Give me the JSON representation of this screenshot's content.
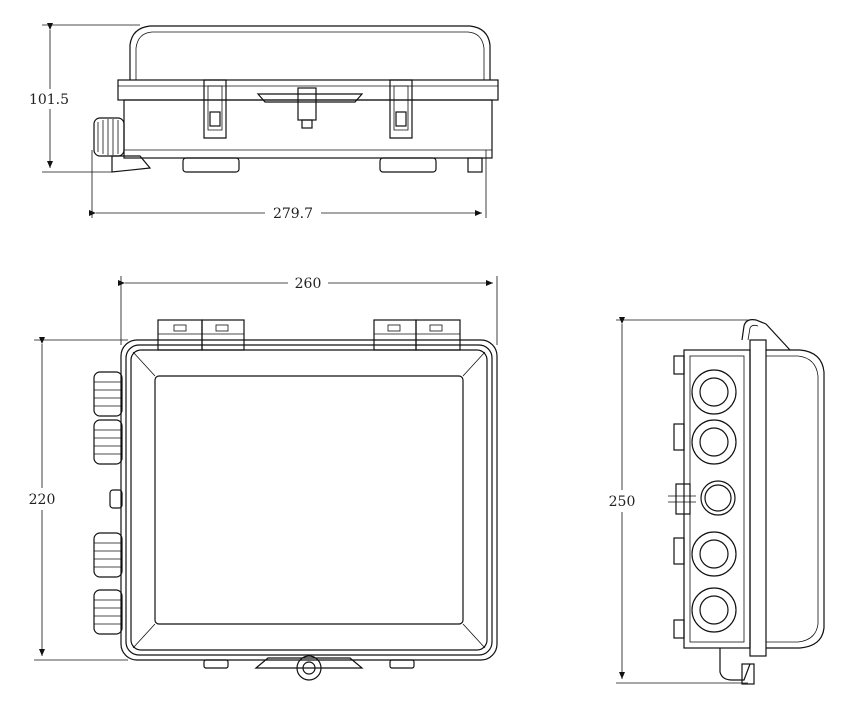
{
  "dimensions": {
    "top_view_height": "101.5",
    "top_view_width": "279.7",
    "front_view_width": "260",
    "front_view_height": "220",
    "side_view_height": "250"
  },
  "colors": {
    "line": "#111111",
    "text": "#222222",
    "background": "#ffffff"
  }
}
